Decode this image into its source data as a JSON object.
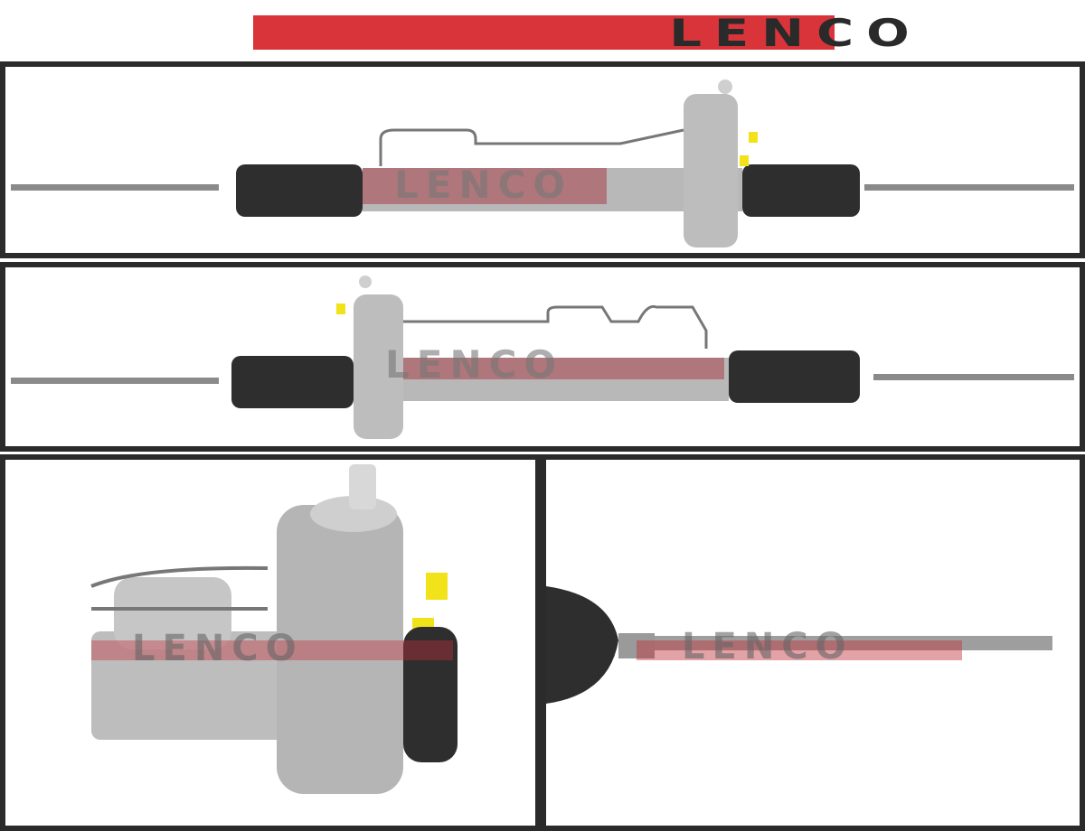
{
  "logo": {
    "text": "LENCO",
    "bar_color": "#d8343a",
    "text_color": "#2a2a2a"
  },
  "watermark": "LENCO",
  "panels": [
    {
      "view": "steering-rack-front"
    },
    {
      "view": "steering-rack-rear"
    },
    {
      "view": "valve-housing-closeup"
    },
    {
      "view": "tie-rod-closeup"
    }
  ],
  "colors": {
    "frame": "#2b2b2b",
    "metal": "#b9b9b9",
    "boot": "#2e2e2e",
    "cap": "#f2e21a",
    "watermark_red": "#c0303a"
  }
}
